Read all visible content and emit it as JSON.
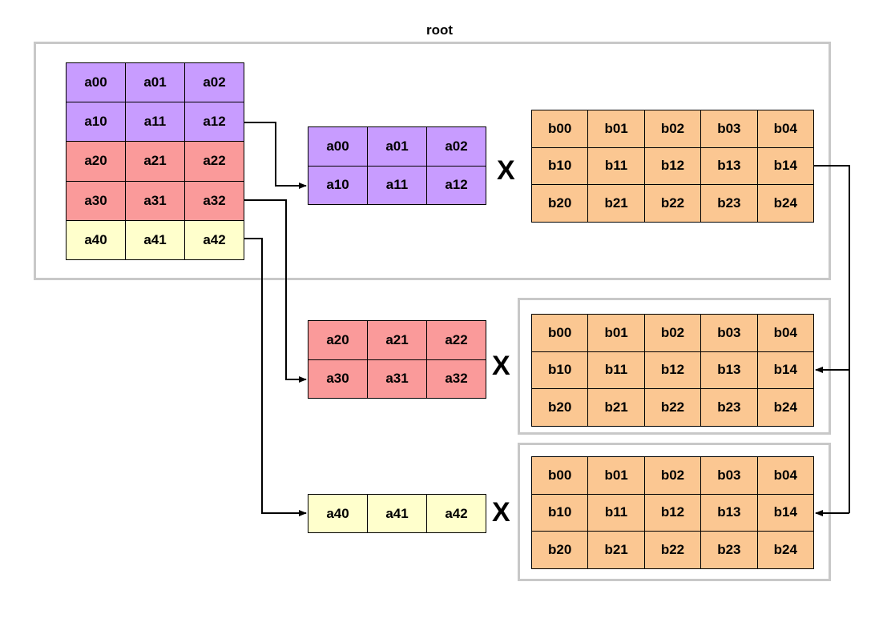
{
  "title": "root",
  "multiply_symbol": "X",
  "matrix_a": [
    [
      "a00",
      "a01",
      "a02"
    ],
    [
      "a10",
      "a11",
      "a12"
    ],
    [
      "a20",
      "a21",
      "a22"
    ],
    [
      "a30",
      "a31",
      "a32"
    ],
    [
      "a40",
      "a41",
      "a42"
    ]
  ],
  "chunks": [
    [
      [
        "a00",
        "a01",
        "a02"
      ],
      [
        "a10",
        "a11",
        "a12"
      ]
    ],
    [
      [
        "a20",
        "a21",
        "a22"
      ],
      [
        "a30",
        "a31",
        "a32"
      ]
    ],
    [
      [
        "a40",
        "a41",
        "a42"
      ]
    ]
  ],
  "matrix_b": [
    [
      "b00",
      "b01",
      "b02",
      "b03",
      "b04"
    ],
    [
      "b10",
      "b11",
      "b12",
      "b13",
      "b14"
    ],
    [
      "b20",
      "b21",
      "b22",
      "b23",
      "b24"
    ]
  ],
  "colors": {
    "purple": "#c89cff",
    "red": "#fa9a9a",
    "yellow": "#ffffcc",
    "orange": "#fbc792",
    "box_border": "#c8c8c8"
  }
}
